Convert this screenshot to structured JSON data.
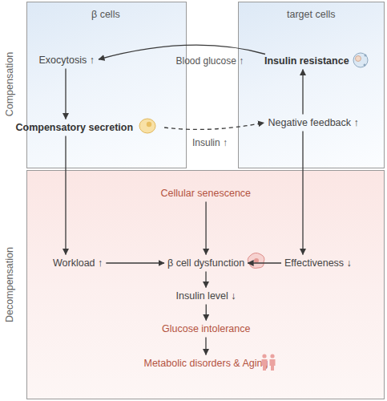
{
  "diagram": {
    "nodes": [
      {
        "text": [
          "β cells"
        ]
      },
      {
        "text": [
          "Exocytosis ↑"
        ],
        "in": 0
      },
      {
        "text": [
          "Compensatory secretion"
        ],
        "in": 0
      },
      {
        "text": [
          "target cells"
        ]
      },
      {
        "text": [
          "Insulin resistance"
        ],
        "in": 3
      },
      {
        "text": [
          "Negative feedback ↑"
        ],
        "in": 3
      },
      {
        "text": [
          "Decompensation"
        ]
      },
      {
        "text": [
          "Cellular senescence"
        ],
        "in": 6
      },
      {
        "text": [
          "Workload ↑"
        ],
        "in": 6
      },
      {
        "text": [
          "β cell dysfunction"
        ],
        "in": 6
      },
      {
        "text": [
          "Effectiveness ↓"
        ],
        "in": 6
      },
      {
        "text": [
          "Insulin level ↓"
        ],
        "in": 6
      },
      {
        "text": [
          "Glucose intolerance"
        ],
        "in": 6
      },
      {
        "text": [
          "Metabolic disorders & Aging"
        ],
        "in": 6
      }
    ],
    "edges": [
      {
        "from": 4,
        "to": 1,
        "label": "Blood glucose ↑",
        "arrow": "to"
      },
      {
        "from": 1,
        "to": 2,
        "arrow": "to"
      },
      {
        "from": 2,
        "to": 5,
        "label": "Insulin ↑",
        "arrow": "to"
      },
      {
        "from": 5,
        "to": 4,
        "arrow": "to"
      },
      {
        "from": 2,
        "to": 8,
        "arrow": "to"
      },
      {
        "from": 8,
        "to": 9,
        "arrow": "to"
      },
      {
        "from": 7,
        "to": 9,
        "arrow": "to"
      },
      {
        "from": 10,
        "to": 9,
        "arrow": "to"
      },
      {
        "from": 5,
        "to": 10,
        "arrow": "to"
      },
      {
        "from": 9,
        "to": 11,
        "arrow": "to"
      },
      {
        "from": 11,
        "to": 12,
        "arrow": "to"
      },
      {
        "from": 12,
        "to": 13,
        "arrow": "to"
      }
    ],
    "labels": [
      "Compensation"
    ]
  }
}
